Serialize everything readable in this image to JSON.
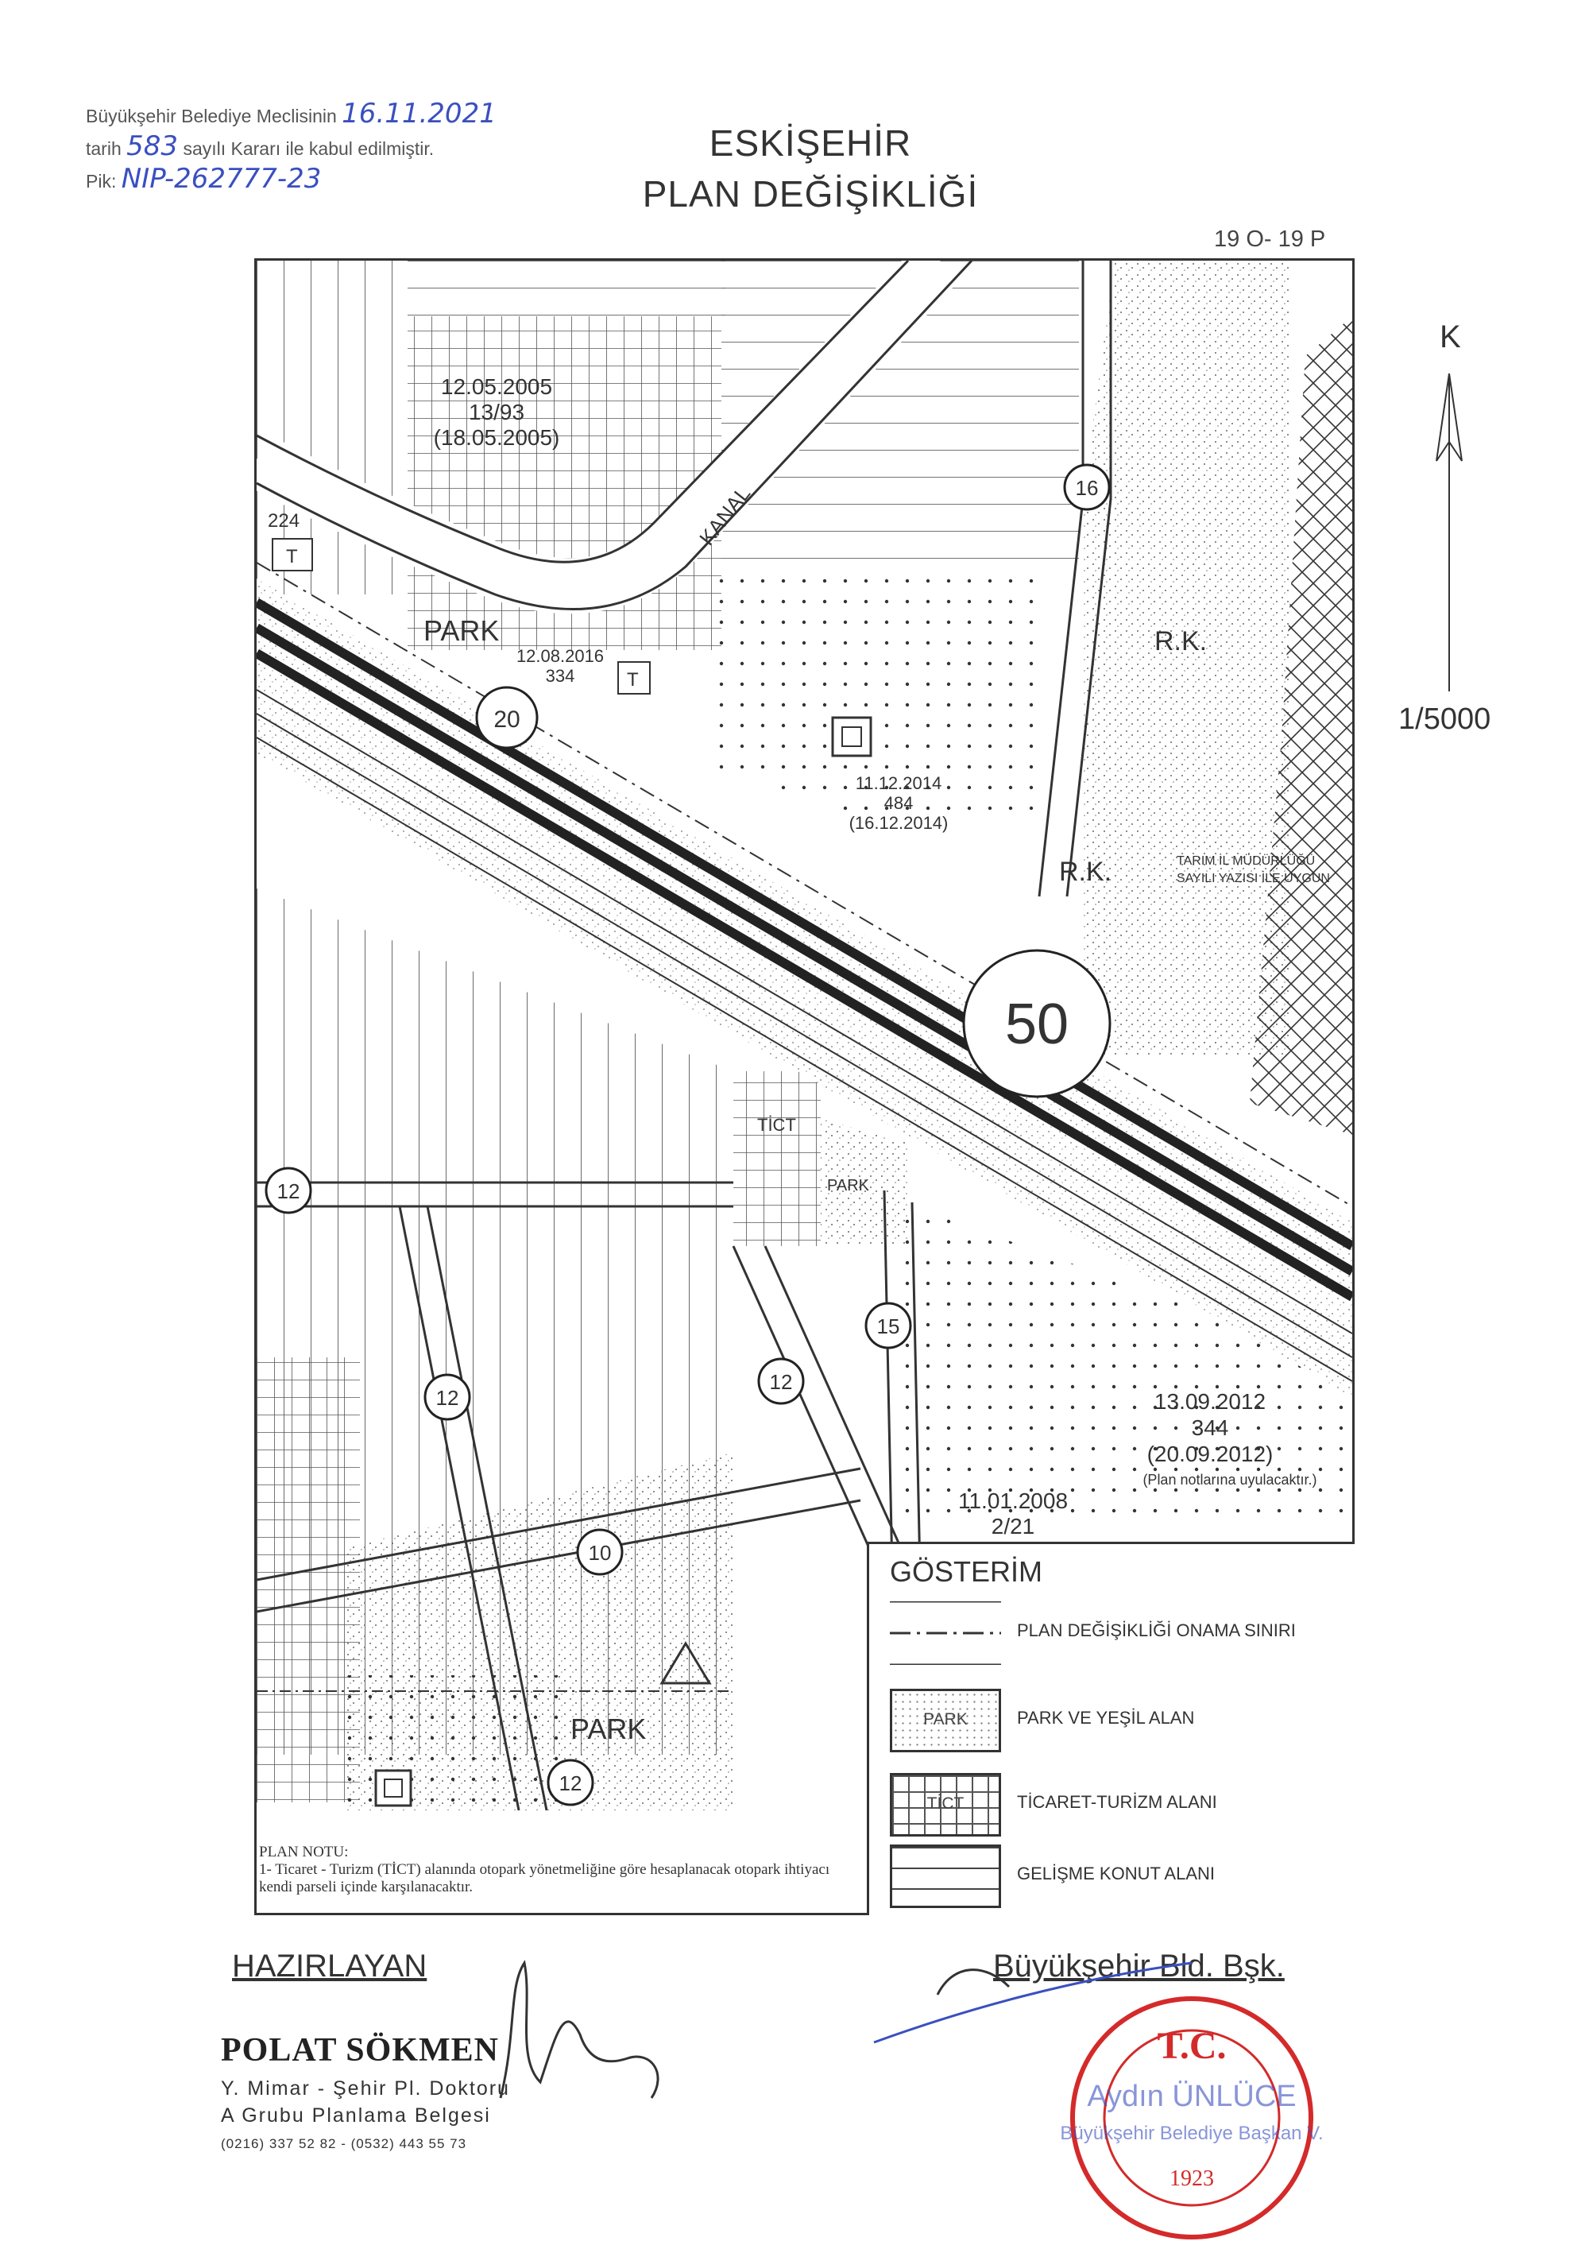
{
  "stamp": {
    "line1_prefix": "Büyükşehir Belediye Meclisinin",
    "meeting_date": "16.11.2021",
    "line2_prefix": "tarih",
    "decision_no": "583",
    "line2_suffix": "sayılı Kararı ile kabul edilmiştir.",
    "pik_prefix": "Pik:",
    "pik_code": "NIP-262777-23"
  },
  "title": {
    "line1": "ESKİŞEHİR",
    "line2": "PLAN DEĞİŞİKLİĞİ"
  },
  "sheet_ref": "19 O- 19 P",
  "north_label": "K",
  "scale_label": "1/5000",
  "map_labels": {
    "kanal": "KANAL",
    "park_1": "PARK",
    "park_2": "PARK",
    "park_3": "PARK",
    "rk_1": "R.K.",
    "rk_2": "R.K.",
    "tict": "TİCT",
    "t_1": "T",
    "t_2": "T",
    "num_224": "224",
    "road_50": "50",
    "road_20": "20",
    "road_16": "16",
    "road_15": "15",
    "road_12a": "12",
    "road_12b": "12",
    "road_12c": "12",
    "road_12d": "12",
    "road_10": "10",
    "tarim_1": "TARIM İL MÜDÜRLÜĞÜ",
    "tarim_2": "SAYILI YAZISI İLE UYGUN",
    "plan_notlarina": "(Plan notlarına uyulacaktır.)"
  },
  "decisions": [
    {
      "date": "12.05.2005",
      "no": "13/93",
      "pub": "(18.05.2005)"
    },
    {
      "date": "12.08.2016",
      "no": "334",
      "pub": ""
    },
    {
      "date": "11.12.2014",
      "no": "484",
      "pub": "(16.12.2014)"
    },
    {
      "date": "13.09.2012",
      "no": "344",
      "pub": "(20.09.2012)"
    },
    {
      "date": "11.01.2008",
      "no": "2/21",
      "pub": ""
    }
  ],
  "legend": {
    "title": "GÖSTERİM",
    "items": [
      {
        "swatch_text": "",
        "label": "PLAN DEĞİŞİKLİĞİ ONAMA SINIRI"
      },
      {
        "swatch_text": "PARK",
        "label": "PARK VE YEŞİL ALAN"
      },
      {
        "swatch_text": "TİCT",
        "label": "TİCARET-TURİZM ALANI"
      },
      {
        "swatch_text": "",
        "label": "GELİŞME KONUT ALANI"
      }
    ]
  },
  "plan_note": {
    "title": "PLAN NOTU:",
    "text": "1- Ticaret - Turizm (TİCT) alanında otopark yönetmeliğine göre hesaplanacak otopark ihtiyacı kendi parseli içinde karşılanacaktır."
  },
  "preparer": {
    "heading": "HAZIRLAYAN",
    "name": "POLAT SÖKMEN",
    "role": "Y. Mimar - Şehir Pl. Doktoru",
    "group": "A Grubu Planlama Belgesi",
    "phone": "(0216) 337 52 82 - (0532) 443 55 73"
  },
  "mayor": {
    "heading": "Büyükşehir Bld. Bşk.",
    "seal_top": "T.C.",
    "seal_year": "1923",
    "signatory_name": "Aydın ÜNLÜCE",
    "signatory_title": "Büyükşehir Belediye Başkan V."
  },
  "colors": {
    "ink": "#333333",
    "stamp_blue": "#3a4fc0",
    "seal_red": "#d42a2a"
  }
}
